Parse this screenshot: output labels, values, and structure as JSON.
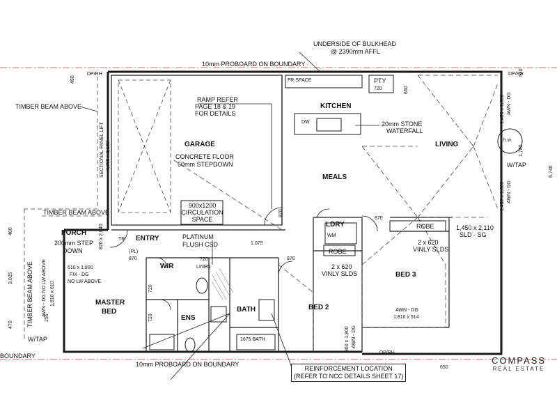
{
  "labels": {
    "bulkhead_line1": "UNDERSIDE OF BULKHEAD",
    "bulkhead_line2": "@ 2390mm AFFL",
    "proboard_top": "10mm PROBOARD ON BOUNDARY",
    "proboard_bottom": "10mm PROBOARD ON BOUNDARY",
    "boundary_left": "BOUNDARY",
    "dp_rh_tl": "DP/RH",
    "dp_rh_tr": "DP/RH",
    "dp_rh_br": "DP/RH",
    "timber_beam_1": "TIMBER BEAM ABOVE",
    "timber_beam_2": "TIMBER BEAM ABOVE",
    "timber_beam_3": "TIMBER BEAM ABOVE",
    "sectional_door": "SECTIONAL PANEL LIFT",
    "sectional_door_size": "4,760 x 2,150",
    "ramp_1": "RAMP REFER",
    "ramp_2": "PAGE 18 & 19",
    "ramp_3": "FOR DETAILS",
    "garage": "GARAGE",
    "garage_floor_1": "CONCRETE FLOOR",
    "garage_floor_2": "50mm STEPDOWN",
    "circ_1": "900x1200",
    "circ_2": "CIRCULATION",
    "circ_3": "SPACE",
    "platinum_1": "PLATINUM",
    "platinum_2": "FLUSH CSD",
    "kitchen": "KITCHEN",
    "pty": "PTY",
    "stone_1": "20mm STONE",
    "stone_2": "WATERFALL",
    "fr_space": "FR SPACE",
    "dw": "DW",
    "living": "LIVING",
    "hw": "h.w.",
    "wtap_r": "W/TAP",
    "wtap_l": "W/TAP",
    "meals": "MEALS",
    "ldry": "LDRY",
    "wm": "WM",
    "robe_1": "ROBE",
    "robe_2": "ROBE",
    "vinyl_1": "2 x 620",
    "vinyl_2": "VINLY SLDS",
    "vinyl_3": "2 x 620",
    "vinyl_4": "VINLY SLDS",
    "sld_1": "1,450 x 2,110",
    "sld_2": "SLD - SG",
    "bed3": "BED 3",
    "bed3_win_1": "AWN - DG",
    "bed3_win_2": "1,810 x 514",
    "bed2": "BED 2",
    "bath": "BATH",
    "bath_size": "1675 BATH",
    "ens": "ENS",
    "wir": "WIR",
    "linen": "LINEN",
    "entry": "ENTRY",
    "porch": "PORCH",
    "porch_note_1": "200mm STEP",
    "porch_note_2": "DOWN",
    "master_1": "MASTER",
    "master_2": "BED",
    "mb_win_1": "610 x 1,800",
    "mb_win_2": "FIX - DG",
    "mb_win_3": "NO LW ABOVE",
    "mb_win_side": "AWN - DG NO LW ABOVE",
    "mb_win_side_size": "1,810 x 610",
    "reinf_1": "REINFORCEMENT LOCATION",
    "reinf_2": "(REFER TO NCC DETAILS SHEET 17)",
    "tr": "TR",
    "pl": "(PL)",
    "d870_1": "870",
    "d870_2": "870",
    "d870_3": "870",
    "d870_4": "870",
    "d720_1": "720",
    "d720_2": "720",
    "d720_3": "720",
    "d720_4": "720",
    "d1075": "1,075",
    "d820": "820 x 2,040",
    "d650_top": "650",
    "d650_bottom": "650",
    "d490": "490",
    "d460": "460",
    "d3025": "3,025",
    "d470": "470",
    "d255": "255",
    "d1780": "1,780",
    "d6740": "6,740",
    "d510": "510",
    "win_r1": "1,450 x 1,800",
    "win_r1b": "AWN - DG",
    "win_r2": "1,450 x 1,800",
    "win_r2b": "AWN - DG",
    "win_b2_1": "860 x 1,800",
    "win_b2_2": "AWN - DG",
    "brand_1": "COMPASS",
    "brand_2": "REAL ESTATE"
  },
  "colors": {
    "line": "#1a1a1a",
    "dash": "#444444",
    "hatch": "#888888",
    "boundary": "#cc3333"
  }
}
